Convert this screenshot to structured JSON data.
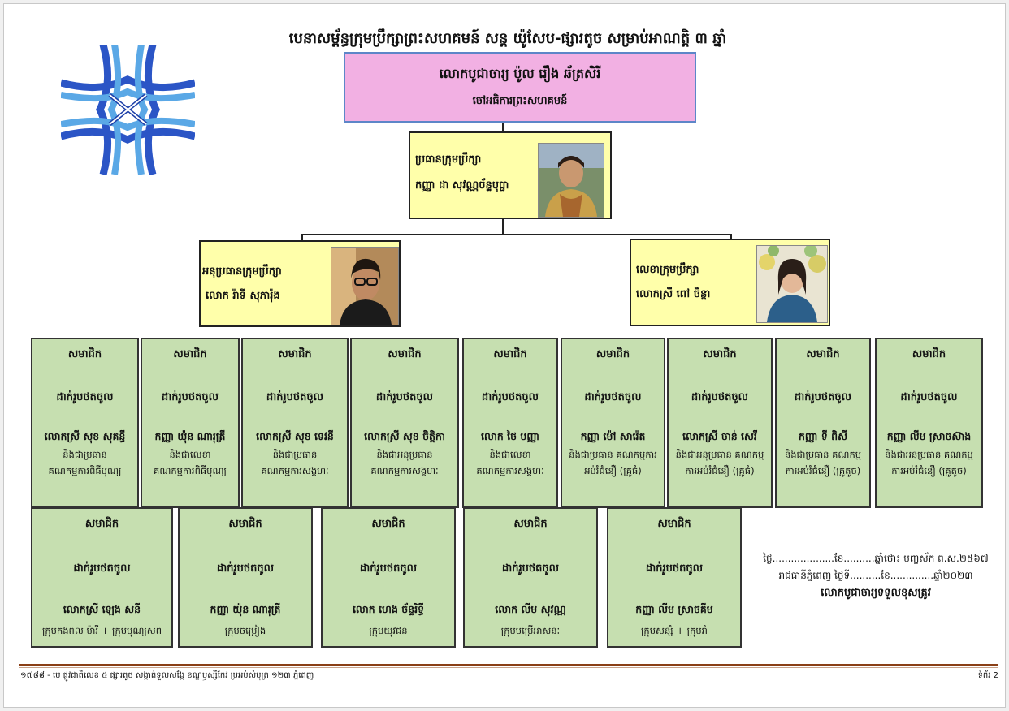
{
  "title": "បេនាសម្ព័ន្ធក្រុមប្រឹក្សាព្រះសហគមន៍ សន្ត យ៉ូសែប-ផ្សារតូច សម្រាប់អាណត្តិ ៣ ឆ្នាំ",
  "logo": {
    "icon": "celtic-cross-knot-logo-icon",
    "colors": {
      "dark": "#2b55c6",
      "light": "#5aa8e6"
    }
  },
  "head": {
    "name": "លោកបូជាចារ្យ ប៉ូល រឿង ឆ័ត្រសិរី",
    "role": "ចៅអធិការព្រះសហគមន៍"
  },
  "president": {
    "role": "ប្រធានក្រុមប្រឹក្សា",
    "name": "កញ្ញា ដា សុវណ្ណច័ន្ទបុប្ផា",
    "photo": "portrait-photo-icon"
  },
  "vice_president": {
    "role": "អនុប្រធានក្រុមប្រឹក្សា",
    "name": "លោក រ៉ាទី សុភារ៉ុង",
    "photo": "portrait-photo-icon"
  },
  "secretary": {
    "role": "លេខាក្រុមប្រឹក្សា",
    "name": "លោកស្រី ពៅ ចិន្តា",
    "photo": "portrait-photo-icon"
  },
  "members_row1": [
    {
      "role": "សមាជិក",
      "status": "ដាក់រូបថតចូល",
      "name": "លោកស្រី សុខ សុគន្ធី",
      "duty1": "និងជាប្រធាន",
      "duty2": "គណកម្មការពិធីបុណ្យ"
    },
    {
      "role": "សមាជិក",
      "status": "ដាក់រូបថតចូល",
      "name": "កញ្ញា យ៉ុន ណារុត្រី",
      "duty1": "និងជាលេខា",
      "duty2": "គណកម្មការពិធីបុណ្យ"
    },
    {
      "role": "សមាជិក",
      "status": "ដាក់រូបថតចូល",
      "name": "លោកស្រី សុខ ទេវនី",
      "duty1": "និងជាប្រធាន",
      "duty2": "គណកម្មការសង្គហៈ"
    },
    {
      "role": "សមាជិក",
      "status": "ដាក់រូបថតចូល",
      "name": "លោកស្រី សុខ ចិត្តិកា",
      "duty1": "និងជាអនុប្រធាន",
      "duty2": "គណកម្មការសង្គហៈ"
    },
    {
      "role": "សមាជិក",
      "status": "ដាក់រូបថតចូល",
      "name": "លោក ថៃ បញ្ញា",
      "duty1": "និងជាលេខា",
      "duty2": "គណកម្មការសង្គហៈ"
    },
    {
      "role": "សមាជិក",
      "status": "ដាក់រូបថតចូល",
      "name": "កញ្ញា ម៉ៅ សារ៉េត",
      "duty1": "និងជាប្រធាន គណកម្មការ",
      "duty2": "អប់រំជំនឿ (គ្រូធំ)"
    },
    {
      "role": "សមាជិក",
      "status": "ដាក់រូបថតចូល",
      "name": "លោកស្រី ចាន់ សេរី",
      "duty1": "និងជាអនុប្រធាន គណកម្ម",
      "duty2": "ការអប់រំជំនឿ (គ្រូធំ)"
    },
    {
      "role": "សមាជិក",
      "status": "ដាក់រូបថតចូល",
      "name": "កញ្ញា ទី ពិសី",
      "duty1": "និងជាប្រធាន គណកម្ម",
      "duty2": "ការអប់រំជំនឿ (គ្រូតូច)"
    },
    {
      "role": "សមាជិក",
      "status": "ដាក់រូបថតចូល",
      "name": "កញ្ញា លីម ស្រាចស៊ាង",
      "duty1": "និងជាអនុប្រធាន គណកម្ម",
      "duty2": "ការអប់រំជំនឿ (គ្រូតូច)"
    }
  ],
  "members_row2": [
    {
      "role": "សមាជិក",
      "status": "ដាក់រូបថតចូល",
      "name": "លោកស្រី ឡេង សនី",
      "duty": "ក្រុមកងពល ម៉ារី + ក្រុមបុណ្យសព"
    },
    {
      "role": "សមាជិក",
      "status": "ដាក់រូបថតចូល",
      "name": "កញ្ញា យ៉ុន ណារុត្រី",
      "duty": "ក្រុមចម្រៀង"
    },
    {
      "role": "សមាជិក",
      "status": "ដាក់រូបថតចូល",
      "name": "លោក ហេង ច័ន្ទរិទ្ធី",
      "duty": "ក្រុមយុវជន"
    },
    {
      "role": "សមាជិក",
      "status": "ដាក់រូបថតចូល",
      "name": "លោក លីម សុវណ្ណ",
      "duty": "ក្រុមបម្រើអាសនៈ"
    },
    {
      "role": "សមាជិក",
      "status": "ដាក់រូបថតចូល",
      "name": "កញ្ញា លីម ស្រាចគីម",
      "duty": "ក្រុមសន្សំ + ក្រុមរាំ"
    }
  ],
  "signature": {
    "line1": "ថ្ងៃ....................ខែ..........ឆ្នាំថោះ បញ្ចស័ក ព.ស.២៥៦៧",
    "line2": "រាជធានីភ្នំពេញ ថ្ងៃទី..........ខែ..............ឆ្នាំ២០២៣",
    "line3": "លោកបូជាចារ្យទទួលខុសត្រូវ"
  },
  "footer": {
    "address": "១៧៨៨ - បេ ផ្លូវជាតិលេខ ៥ ផ្សារតូច សង្កាត់ទួលសង្កែ ខណ្ឌឫស្សីកែវ ប្រអប់សំបុត្រ ១២៣ ភ្នំពេញ",
    "page": "ទំព័រ 2"
  },
  "colors": {
    "head_fill": "#f2b0e3",
    "head_border": "#5d86c8",
    "officer_fill": "#ffffaa",
    "member_fill": "#c6dfb0",
    "footer_rule": "#8a3f16"
  }
}
